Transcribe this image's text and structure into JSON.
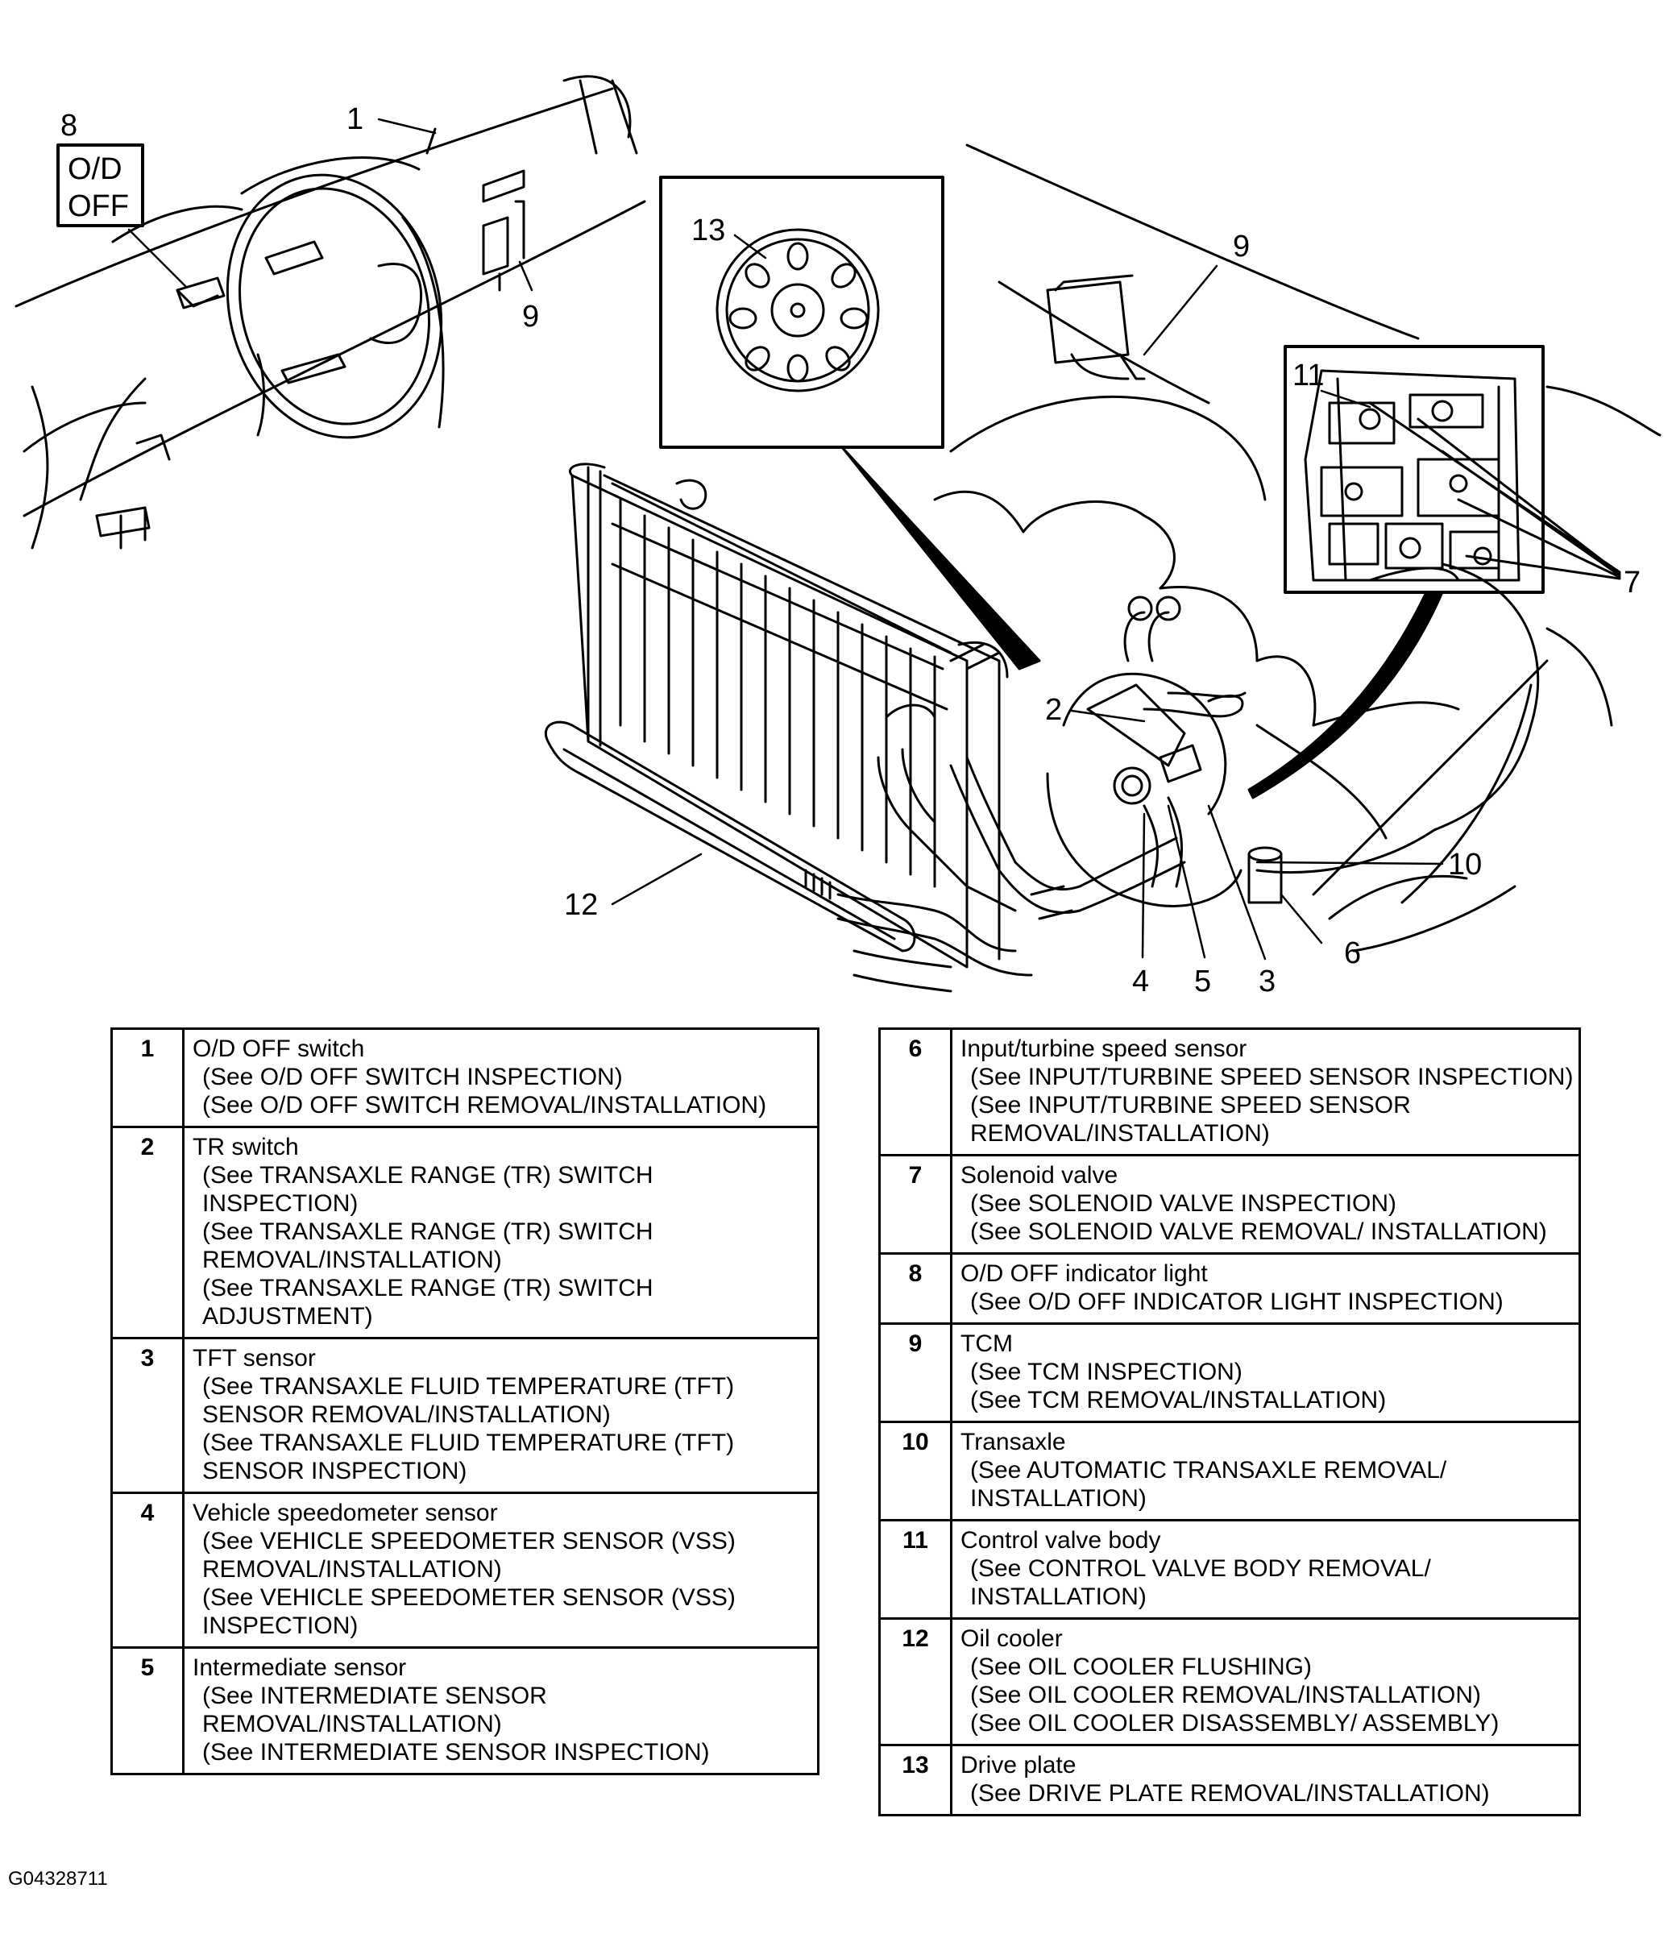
{
  "figure": {
    "callouts": {
      "c1": "1",
      "c2": "2",
      "c3": "3",
      "c4": "4",
      "c5": "5",
      "c6": "6",
      "c7": "7",
      "c8": "8",
      "c9a": "9",
      "c9b": "9",
      "c10": "10",
      "c11": "11",
      "c12": "12",
      "c13": "13"
    },
    "od_indicator": {
      "line1": "O/D",
      "line2": "OFF"
    },
    "figure_code": "G04328711"
  },
  "legend_left": [
    {
      "num": "1",
      "name": "O/D OFF switch",
      "refs": [
        "(See O/D OFF SWITCH INSPECTION)",
        "(See O/D OFF SWITCH REMOVAL/INSTALLATION)"
      ]
    },
    {
      "num": "2",
      "name": "TR switch",
      "refs": [
        "(See TRANSAXLE RANGE (TR) SWITCH INSPECTION)",
        "(See TRANSAXLE RANGE (TR) SWITCH REMOVAL/INSTALLATION)",
        "(See TRANSAXLE RANGE (TR) SWITCH ADJUSTMENT)"
      ]
    },
    {
      "num": "3",
      "name": "TFT sensor",
      "refs": [
        "(See TRANSAXLE FLUID TEMPERATURE (TFT) SENSOR REMOVAL/INSTALLATION)",
        "(See TRANSAXLE FLUID TEMPERATURE (TFT) SENSOR INSPECTION)"
      ]
    },
    {
      "num": "4",
      "name": "Vehicle speedometer sensor",
      "refs": [
        "(See VEHICLE SPEEDOMETER SENSOR (VSS) REMOVAL/INSTALLATION)",
        "(See VEHICLE SPEEDOMETER SENSOR (VSS) INSPECTION)"
      ]
    },
    {
      "num": "5",
      "name": "Intermediate sensor",
      "refs": [
        "(See INTERMEDIATE SENSOR REMOVAL/INSTALLATION)",
        "(See INTERMEDIATE SENSOR INSPECTION)"
      ]
    }
  ],
  "legend_right": [
    {
      "num": "6",
      "name": "Input/turbine speed sensor",
      "refs": [
        "(See INPUT/TURBINE SPEED SENSOR INSPECTION)",
        "(See INPUT/TURBINE SPEED SENSOR REMOVAL/INSTALLATION)"
      ]
    },
    {
      "num": "7",
      "name": "Solenoid valve",
      "refs": [
        "(See SOLENOID VALVE INSPECTION)",
        "(See SOLENOID VALVE REMOVAL/ INSTALLATION)"
      ]
    },
    {
      "num": "8",
      "name": "O/D OFF indicator light",
      "refs": [
        "(See O/D OFF INDICATOR LIGHT INSPECTION)"
      ]
    },
    {
      "num": "9",
      "name": "TCM",
      "refs": [
        "(See TCM INSPECTION)",
        "(See TCM REMOVAL/INSTALLATION)"
      ]
    },
    {
      "num": "10",
      "name": "Transaxle",
      "refs": [
        "(See AUTOMATIC TRANSAXLE REMOVAL/ INSTALLATION)"
      ]
    },
    {
      "num": "11",
      "name": "Control valve body",
      "refs": [
        "(See CONTROL VALVE BODY REMOVAL/ INSTALLATION)"
      ]
    },
    {
      "num": "12",
      "name": "Oil cooler",
      "refs": [
        "(See OIL COOLER FLUSHING)",
        "(See OIL COOLER REMOVAL/INSTALLATION)",
        "(See OIL COOLER DISASSEMBLY/ ASSEMBLY)"
      ]
    },
    {
      "num": "13",
      "name": "Drive plate",
      "refs": [
        "(See DRIVE PLATE REMOVAL/INSTALLATION)"
      ]
    }
  ]
}
